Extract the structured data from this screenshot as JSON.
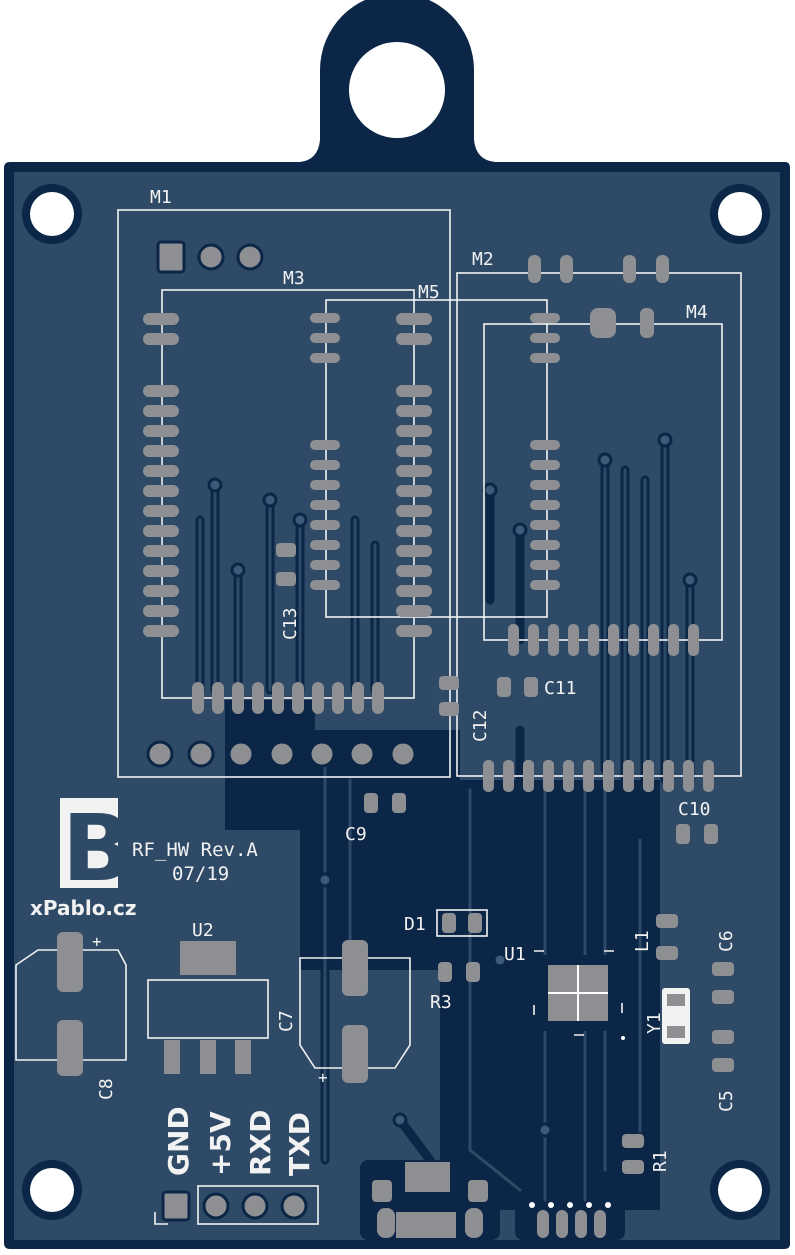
{
  "board": {
    "colors": {
      "substrate": "#2e4a66",
      "copper_pour": "#0b2646",
      "pad": "#8d8f92",
      "silkscreen": "#f2f2f2"
    },
    "logo_text": "B",
    "logo_caption": "xPablo.cz",
    "revision": "RF_HW Rev.A",
    "date": "07/19"
  },
  "modules": {
    "m1": "M1",
    "m2": "M2",
    "m3": "M3",
    "m4": "M4",
    "m5": "M5"
  },
  "components": {
    "c5": "C5",
    "c6": "C6",
    "c7": "C7",
    "c8": "C8",
    "c9": "C9",
    "c10": "C10",
    "c11": "C11",
    "c12": "C12",
    "c13": "C13",
    "d1": "D1",
    "l1": "L1",
    "r1": "R1",
    "r3": "R3",
    "u1": "U1",
    "u2": "U2",
    "y1": "Y1"
  },
  "header_pins": [
    "GND",
    "+5V",
    "RXD",
    "TXD"
  ]
}
